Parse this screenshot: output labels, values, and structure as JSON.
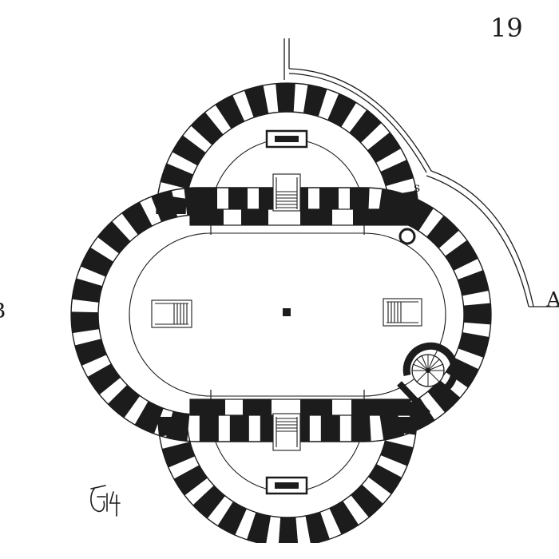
{
  "page": {
    "number": "19",
    "margin_left_letter": "B",
    "margin_right_letter": "A",
    "room_marker": "s"
  },
  "colors": {
    "ink": "#1c1c1c",
    "paper": "#ffffff"
  },
  "icons": {
    "monogram": "monogram-signature"
  }
}
